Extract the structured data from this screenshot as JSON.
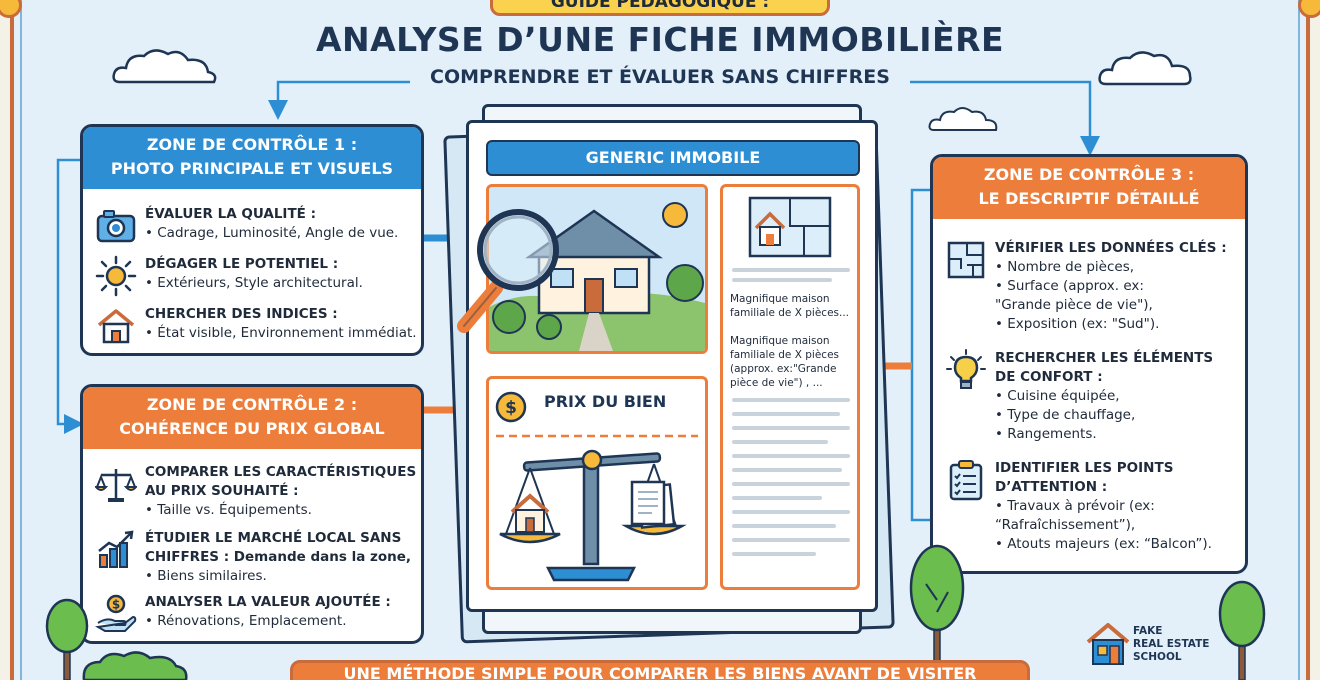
{
  "header": {
    "tag": "GUIDE PÉDAGOGIQUE :",
    "title": "ANALYSE D’UNE FICHE IMMOBILIÈRE",
    "subtitle": "COMPRENDRE ET ÉVALUER SANS CHIFFRES"
  },
  "zone1": {
    "title_line1": "ZONE DE CONTRÔLE 1 :",
    "title_line2": "PHOTO PRINCIPALE ET VISUELS",
    "items": [
      {
        "icon": "camera-icon",
        "heading": "ÉVALUER LA QUALITÉ :",
        "lines": [
          "• Cadrage, Luminosité, Angle de vue."
        ]
      },
      {
        "icon": "sun-icon",
        "heading": "DÉGAGER LE POTENTIEL :",
        "lines": [
          "• Extérieurs, Style architectural."
        ]
      },
      {
        "icon": "house-icon",
        "heading": "CHERCHER DES INDICES :",
        "lines": [
          "• État visible, Environnement immédiat."
        ]
      }
    ]
  },
  "zone2": {
    "title_line1": "ZONE DE CONTRÔLE 2 :",
    "title_line2": "COHÉRENCE DU PRIX GLOBAL",
    "items": [
      {
        "icon": "scale-icon",
        "heading": "COMPARER LES CARACTÉRISTIQUES",
        "heading2": "AU PRIX SOUHAITÉ :",
        "lines": [
          "• Taille vs. Équipements."
        ]
      },
      {
        "icon": "bar-chart-icon",
        "heading": "ÉTUDIER LE MARCHÉ LOCAL SANS",
        "heading2": "CHIFFRES : Demande dans la zone,",
        "lines": [
          "• Biens similaires."
        ]
      },
      {
        "icon": "hand-coin-icon",
        "heading": "ANALYSER LA VALEUR AJOUTÉE :",
        "lines": [
          "• Rénovations, Emplacement."
        ]
      }
    ]
  },
  "zone3": {
    "title_line1": "ZONE DE CONTRÔLE 3 :",
    "title_line2": "LE DESCRIPTIF DÉTAILLÉ",
    "items": [
      {
        "icon": "floorplan-icon",
        "heading": "VÉRIFIER LES DONNÉES CLÉS :",
        "lines": [
          "• Nombre de pièces,",
          "• Surface (approx. ex:",
          "\"Grande pièce de vie\"),",
          "• Exposition (ex: \"Sud\")."
        ]
      },
      {
        "icon": "lightbulb-icon",
        "heading": "RECHERCHER LES ÉLÉMENTS",
        "heading2": "DE CONFORT :",
        "lines": [
          "• Cuisine équipée,",
          "• Type de chauffage,",
          "• Rangements."
        ]
      },
      {
        "icon": "clipboard-icon",
        "heading": "IDENTIFIER LES POINTS",
        "heading2": "D’ATTENTION :",
        "lines": [
          "• Travaux à prévoir (ex:",
          "“Rafraîchissement”),",
          "• Atouts majeurs (ex: “Balcon”)."
        ]
      }
    ]
  },
  "document": {
    "header": "GENERIC IMMOBILE",
    "price_label": "PRIX DU BIEN",
    "desc1": [
      "Magnifique maison",
      "familiale de X pièces..."
    ],
    "desc2": [
      "Magnifique maison",
      "familiale de X pièces",
      "(approx. ex:\"Grande",
      "pièce de vie\") , ..."
    ]
  },
  "footer": {
    "banner": "UNE MÉTHODE SIMPLE POUR COMPARER LES BIENS AVANT DE VISITER",
    "logo_lines": [
      "FAKE",
      "REAL ESTATE",
      "SCHOOL"
    ]
  },
  "colors": {
    "blue": "#2e8ed3",
    "orange": "#ec7d3a",
    "navy": "#1e3554"
  }
}
